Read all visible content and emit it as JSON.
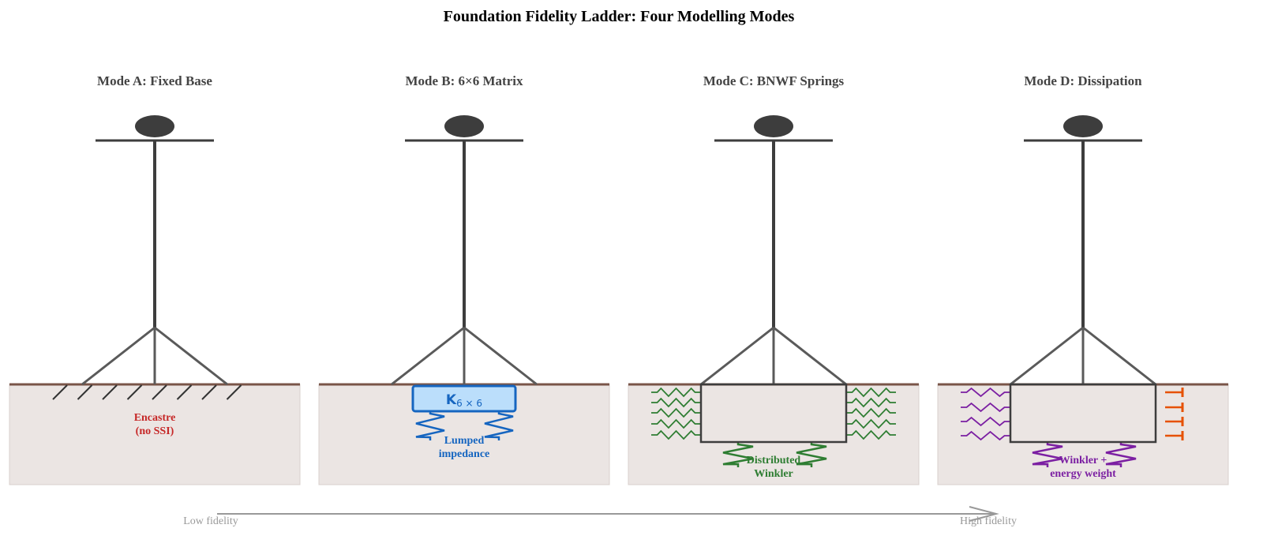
{
  "title": "Foundation Fidelity Ladder: Four Modelling Modes",
  "colors": {
    "tower": "#3d3d3d",
    "legs": "#5a5a5a",
    "ground_line": "#795548",
    "soil": "#ebe5e3",
    "mode_a": "#c62828",
    "mode_b": "#1565c0",
    "mode_b_fill": "#bbdefb",
    "mode_c": "#2e7d32",
    "mode_d": "#7b1fa2",
    "dashpot": "#e65100",
    "arrow": "#999999"
  },
  "panels": [
    {
      "title": "Mode A: Fixed Base",
      "label_lines": [
        "Encastre",
        "(no SSI)"
      ]
    },
    {
      "title": "Mode B: 6×6 Matrix",
      "matrix_symbol": "K",
      "matrix_subscript": "6 × 6",
      "label_lines": [
        "Lumped",
        "impedance"
      ]
    },
    {
      "title": "Mode C: BNWF Springs",
      "label_lines": [
        "Distributed",
        "Winkler"
      ]
    },
    {
      "title": "Mode D: Dissipation",
      "label_lines": [
        "Winkler +",
        "energy weight"
      ]
    }
  ],
  "fidelity_axis": {
    "low_label": "Low fidelity",
    "high_label": "High fidelity"
  }
}
